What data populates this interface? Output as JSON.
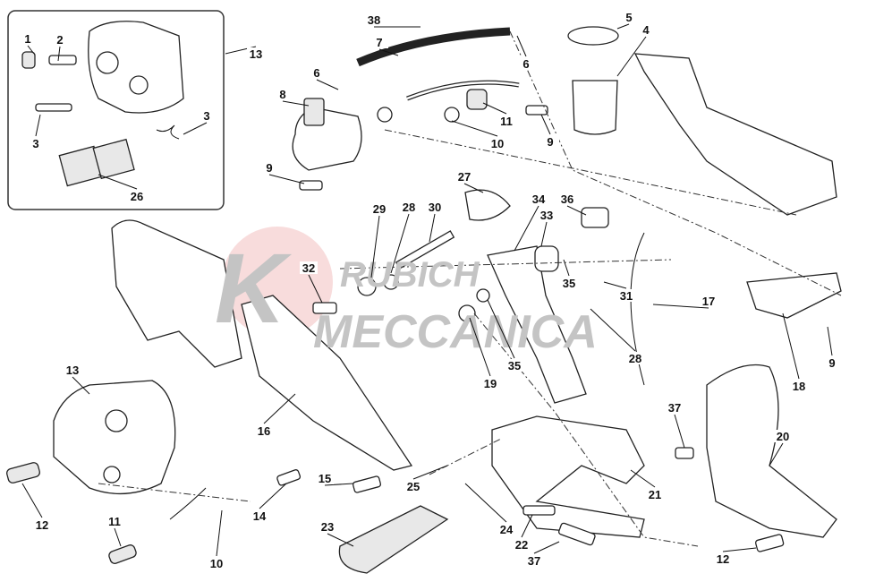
{
  "watermark": {
    "line1": "RUBICH",
    "line2": "MECCANICA",
    "logo_letter": "K",
    "accent": "#f2b8b8"
  },
  "callouts": [
    "1",
    "2",
    "13",
    "3",
    "3",
    "26",
    "38",
    "7",
    "6",
    "8",
    "9",
    "5",
    "4",
    "6",
    "11",
    "10",
    "9",
    "27",
    "34",
    "33",
    "36",
    "29",
    "28",
    "30",
    "32",
    "35",
    "31",
    "17",
    "35",
    "19",
    "28",
    "18",
    "9",
    "13",
    "16",
    "37",
    "20",
    "21",
    "15",
    "25",
    "14",
    "12",
    "11",
    "10",
    "23",
    "24",
    "22",
    "37",
    "12"
  ]
}
